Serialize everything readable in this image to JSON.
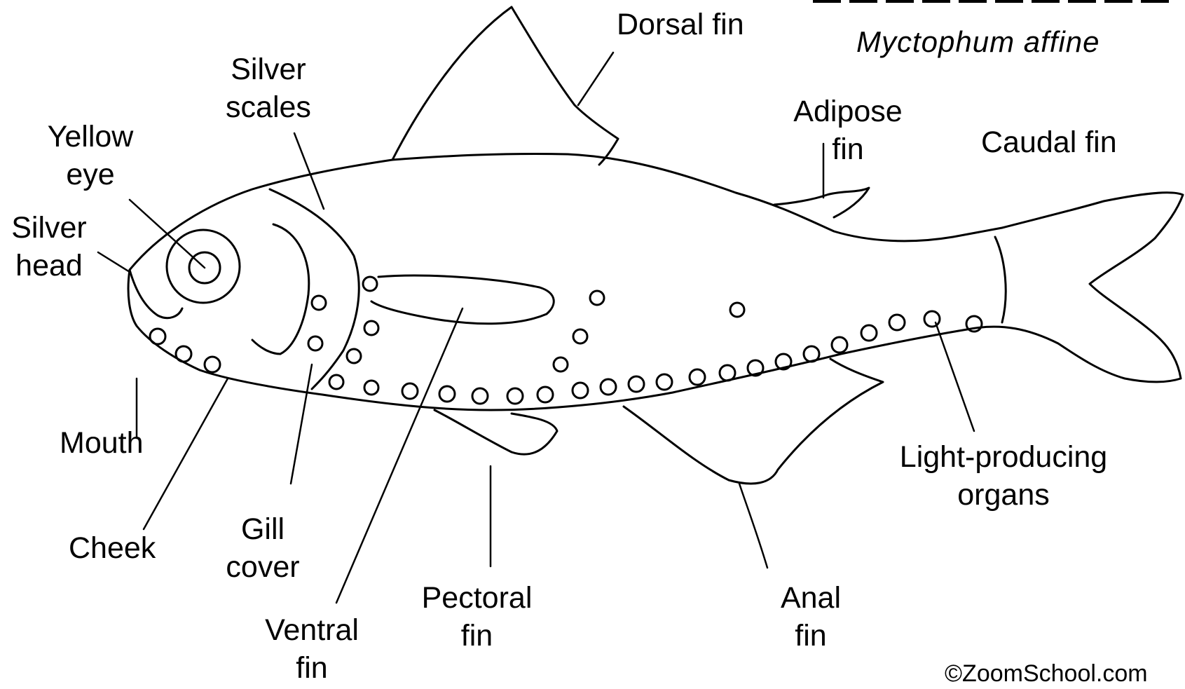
{
  "scientific_name": "Myctophum affine",
  "credit": "©ZoomSchool.com",
  "labels": {
    "dorsal_fin": "Dorsal fin",
    "silver_scales": [
      "Silver",
      "scales"
    ],
    "yellow_eye": [
      "Yellow",
      "eye"
    ],
    "silver_head": [
      "Silver",
      "head"
    ],
    "adipose_fin": [
      "Adipose",
      "fin"
    ],
    "caudal_fin": "Caudal fin",
    "mouth": "Mouth",
    "cheek": "Cheek",
    "gill_cover": [
      "Gill",
      "cover"
    ],
    "ventral_fin": [
      "Ventral",
      "fin"
    ],
    "pectoral_fin": [
      "Pectoral",
      "fin"
    ],
    "anal_fin": [
      "Anal",
      "fin"
    ],
    "light_producing_organs": [
      "Light-producing",
      "organs"
    ]
  },
  "colors": {
    "line": "#000000",
    "background": "#ffffff"
  }
}
